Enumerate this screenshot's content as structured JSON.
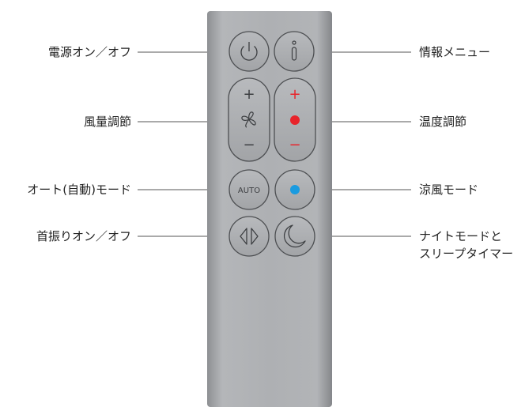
{
  "labels": {
    "power": "電源オン／オフ",
    "fan_speed": "風量調節",
    "auto_mode": "オート(自動)モード",
    "oscillation": "首振りオン／オフ",
    "info_menu": "情報メニュー",
    "temperature": "温度調節",
    "cool_mode": "涼風モード",
    "night_mode_line1": "ナイトモードと",
    "night_mode_line2": "スリープタイマー"
  },
  "remote": {
    "auto_button_text": "AUTO",
    "plus_symbol": "+",
    "minus_symbol": "−"
  },
  "colors": {
    "remote_body": "#a9abae",
    "heat_accent": "#e8242b",
    "cool_accent": "#1a9be0",
    "label_text": "#222222",
    "leader_line": "#555555"
  },
  "icons": {
    "power": "power-icon",
    "info": "info-icon",
    "fan": "fan-icon",
    "heat_dot": "red-dot-icon",
    "cool_dot": "blue-dot-icon",
    "oscillation": "oscillation-arrows-icon",
    "night": "crescent-moon-icon"
  }
}
